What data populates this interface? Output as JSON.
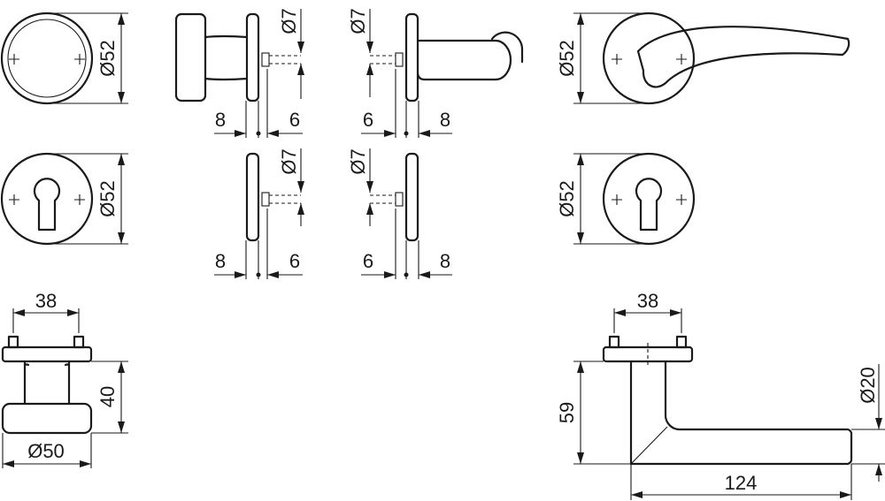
{
  "drawing": {
    "rosette_knob_diameter": "Ø52",
    "rosette_cylinder_knob_diameter": "Ø52",
    "rosette_lever_diameter": "Ø52",
    "rosette_cylinder_lever_diameter": "Ø52",
    "knob_side_screw_diameter": "Ø7",
    "knob_side_left_offset": "8",
    "knob_side_right_offset": "6",
    "lever_side_screw_diameter": "Ø7",
    "lever_side_left_offset": "6",
    "lever_side_right_offset": "8",
    "cyl_left_screw_diameter": "Ø7",
    "cyl_left_left_offset": "8",
    "cyl_left_right_offset": "6",
    "cyl_right_screw_diameter": "Ø7",
    "cyl_right_left_offset": "6",
    "cyl_right_right_offset": "8",
    "knob_fixing_spacing": "38",
    "knob_projection": "40",
    "knob_diameter": "Ø50",
    "lever_fixing_spacing": "38",
    "lever_projection": "59",
    "lever_grip_diameter": "Ø20",
    "lever_length": "124"
  }
}
